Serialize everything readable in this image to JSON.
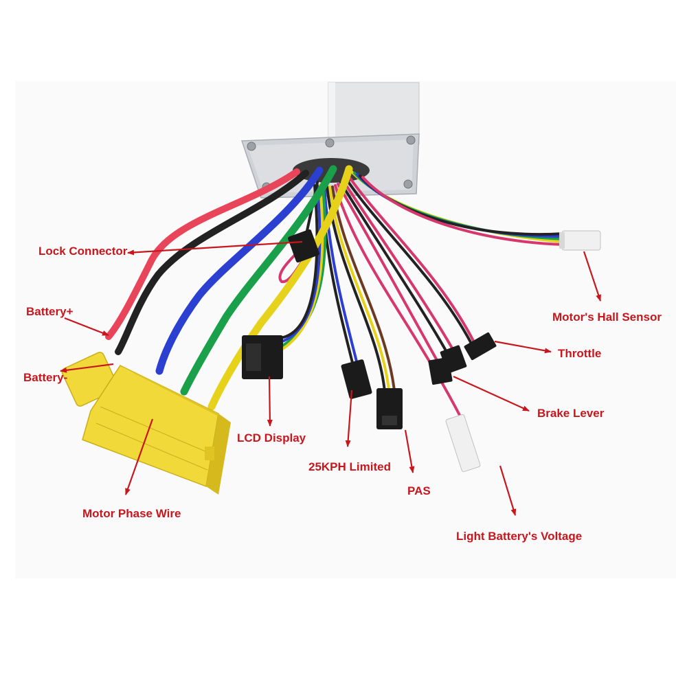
{
  "colors": {
    "label_red": "#c8161d",
    "wire_red": "#e8455a",
    "wire_black": "#222222",
    "wire_blue": "#2b3fd1",
    "wire_green": "#1aa04a",
    "wire_yellow": "#e6d21a",
    "wire_pink": "#d6386e",
    "wire_brown": "#6b3a22",
    "connector_yellow": "#f2d93a",
    "controller_silver": "#d8dadc",
    "plug_black": "#1b1b1b",
    "plug_white": "#f0f0f0"
  },
  "labels": {
    "lock_connector": "Lock Connector",
    "battery_plus": "Battery+",
    "battery_minus": "Battery-",
    "motor_phase_wire": "Motor Phase Wire",
    "lcd_display": "LCD Display",
    "limited_25kph": "25KPH Limited",
    "pas": "PAS",
    "light_battery_voltage": "Light Battery's Voltage",
    "motor_hall_sensor": "Motor's Hall Sensor",
    "throttle": "Throttle",
    "brake_lever": "Brake Lever"
  },
  "icons": {
    "controller": "controller-box-icon",
    "phase_connector": "phase-connector-icon",
    "battery_connector": "xt60-connector-icon",
    "plug": "plug-connector-icon"
  }
}
